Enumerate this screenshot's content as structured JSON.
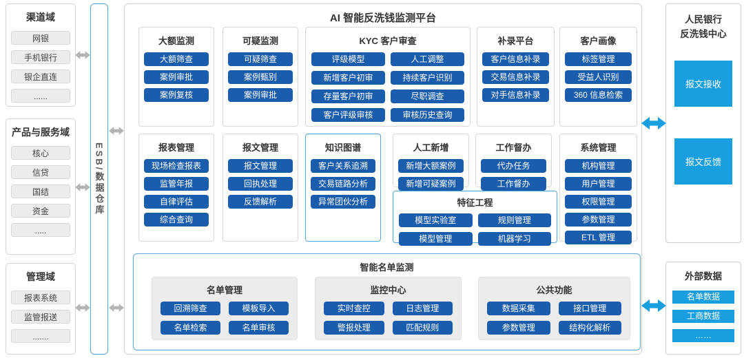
{
  "colors": {
    "primary_blue": "#1b5dad",
    "bright_blue": "#199fdf",
    "light_blue_border": "#55a6d9",
    "gray_arrow": "#b5b5b5"
  },
  "left_domains": {
    "channel": {
      "title": "渠道域",
      "items": [
        "网银",
        "手机银行",
        "银企直连",
        "......"
      ]
    },
    "product": {
      "title": "产品与服务域",
      "items": [
        "核心",
        "信贷",
        "国结",
        "资金",
        "....."
      ]
    },
    "management": {
      "title": "管理域",
      "items": [
        "报表系统",
        "监管报送",
        "......."
      ]
    }
  },
  "esb": {
    "label": "ESB/数据仓库"
  },
  "platform": {
    "title": "AI 智能反洗钱监测平台",
    "modules": {
      "large_amount": {
        "title": "大额监测",
        "items": [
          "大额筛查",
          "案例审批",
          "案例复核"
        ]
      },
      "suspicious": {
        "title": "可疑监测",
        "items": [
          "可疑筛查",
          "案例甄别",
          "案例审批"
        ]
      },
      "kyc": {
        "title": "KYC 客户审查",
        "items": [
          "评级模型",
          "人工调整",
          "新增客户初审",
          "持续客户识别",
          "存量客户初审",
          "尽职调查",
          "客户评级审核",
          "审核历史查询"
        ]
      },
      "supplement": {
        "title": "补录平台",
        "items": [
          "客户信息补录",
          "交易信息补录",
          "对手信息补录"
        ]
      },
      "profile": {
        "title": "客户画像",
        "items": [
          "标签管理",
          "受益人识别",
          "360 信息检索"
        ]
      },
      "report_forms": {
        "title": "报表管理",
        "items": [
          "现场检查报表",
          "监管年报",
          "自律评估",
          "综合查询"
        ]
      },
      "message_mgmt": {
        "title": "报文管理",
        "items": [
          "报文管理",
          "回执处理",
          "反馈解析"
        ]
      },
      "knowledge_graph": {
        "title": "知识图谱",
        "items": [
          "客户关系追溯",
          "交易链路分析",
          "异常团伙分析"
        ]
      },
      "manual_add": {
        "title": "人工新增",
        "items": [
          "新增大额案例",
          "新增可疑案例"
        ]
      },
      "supervision": {
        "title": "工作督办",
        "items": [
          "代办任务",
          "工作督办"
        ]
      },
      "feature_eng": {
        "title": "特征工程",
        "items": [
          "模型实验室",
          "规则管理",
          "模型管理",
          "机器学习"
        ]
      },
      "system_mgmt": {
        "title": "系统管理",
        "items": [
          "机构管理",
          "用户管理",
          "权限管理",
          "参数管理",
          "ETL 管理"
        ]
      }
    },
    "list_monitoring": {
      "title": "智能名单监测",
      "panels": {
        "list_mgmt": {
          "title": "名单管理",
          "items": [
            "回溯筛查",
            "模板导入",
            "名单检索",
            "名单审核"
          ]
        },
        "monitor_center": {
          "title": "监控中心",
          "items": [
            "实时查控",
            "日志管理",
            "警报处理",
            "匹配规则"
          ]
        },
        "common_func": {
          "title": "公共功能",
          "items": [
            "数据采集",
            "接口管理",
            "参数管理",
            "结构化解析"
          ]
        }
      }
    }
  },
  "pboc": {
    "title_line1": "人民银行",
    "title_line2": "反洗钱中心",
    "items": [
      "报文接收",
      "报文反馈"
    ]
  },
  "external_data": {
    "title": "外部数据",
    "items": [
      "名单数据",
      "工商数据",
      "……"
    ]
  }
}
